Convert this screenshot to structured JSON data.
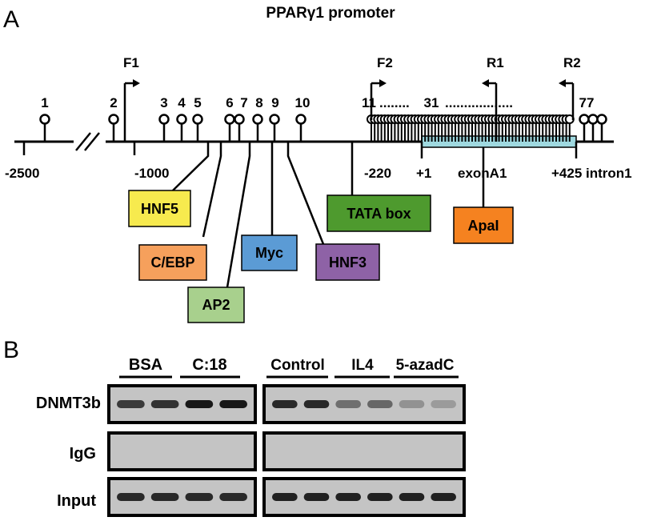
{
  "panel_a": {
    "label": "A",
    "title": "PPARγ1 promoter",
    "primers": [
      "F1",
      "F2",
      "R1",
      "R2"
    ],
    "cpg_numbers": [
      "1",
      "2",
      "3",
      "4",
      "5",
      "6",
      "7",
      "8",
      "9",
      "10",
      "11",
      "31",
      "77"
    ],
    "cpg_dots_left": "........",
    "cpg_dots_right": "..................",
    "positions": [
      "-2500",
      "-1000",
      "-220",
      "+1",
      "exonA1",
      "+425 intron1"
    ],
    "elements": [
      {
        "label": "HNF5",
        "color": "#f7ea4e"
      },
      {
        "label": "C/EBP",
        "color": "#f6a05c"
      },
      {
        "label": "AP2",
        "color": "#a8d08d"
      },
      {
        "label": "Myc",
        "color": "#5b9bd5"
      },
      {
        "label": "HNF3",
        "color": "#8e62a6"
      },
      {
        "label": "TATA box",
        "color": "#4e9a2e"
      },
      {
        "label": "ApaI",
        "color": "#f58220"
      }
    ],
    "exon_color": "#9fd9e0"
  },
  "panel_b": {
    "label": "B",
    "groups_left": [
      "BSA",
      "C:18"
    ],
    "groups_right": [
      "Control",
      "IL4",
      "5-azadC"
    ],
    "rows": [
      "DNMT3b",
      "IgG",
      "Input"
    ],
    "band_intensity": {
      "DNMT3b_left": [
        0.75,
        0.8,
        0.95,
        0.95
      ],
      "DNMT3b_right": [
        0.85,
        0.85,
        0.45,
        0.5,
        0.25,
        0.2
      ],
      "IgG_left": [
        0,
        0,
        0,
        0
      ],
      "IgG_right": [
        0,
        0,
        0,
        0,
        0,
        0
      ],
      "Input_left": [
        0.85,
        0.85,
        0.85,
        0.85
      ],
      "Input_right": [
        0.9,
        0.9,
        0.9,
        0.9,
        0.9,
        0.9
      ]
    }
  }
}
